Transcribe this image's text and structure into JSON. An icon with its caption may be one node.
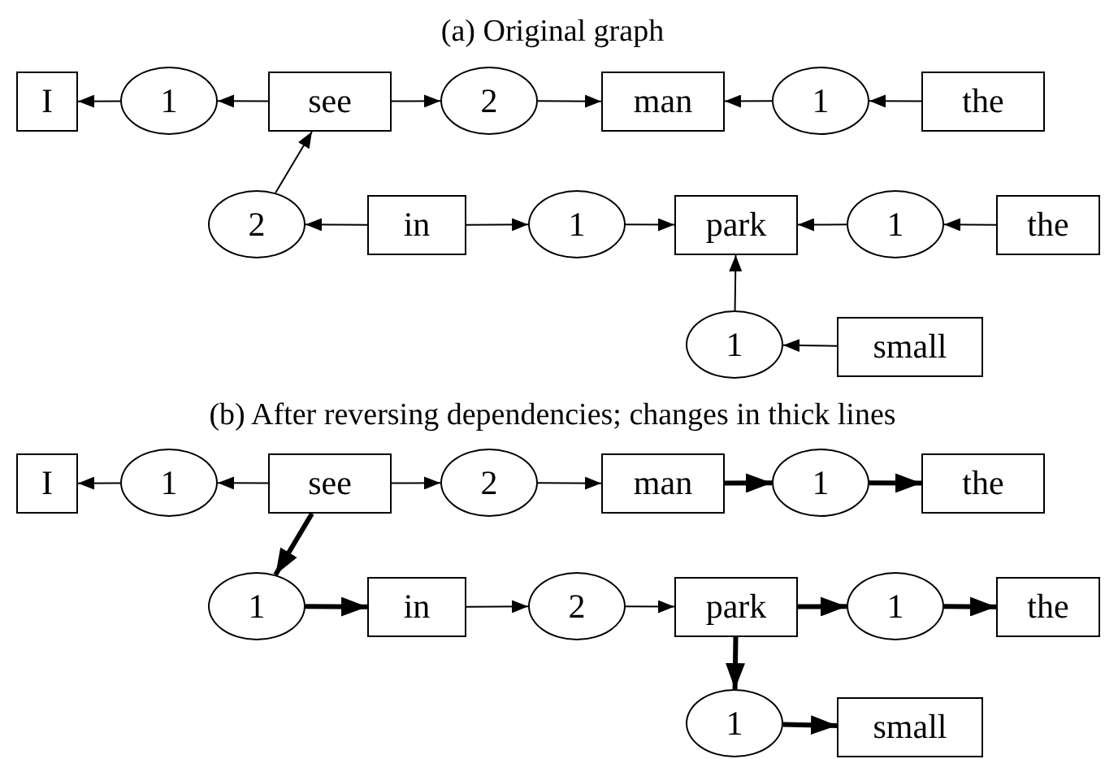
{
  "diagram": {
    "nodes": [
      {
        "text": [
          "I"
        ]
      },
      {
        "text": [
          "1"
        ]
      },
      {
        "text": [
          "see"
        ]
      },
      {
        "text": [
          "2"
        ]
      },
      {
        "text": [
          "man"
        ]
      },
      {
        "text": [
          "1"
        ]
      },
      {
        "text": [
          "the"
        ]
      },
      {
        "text": [
          "2"
        ]
      },
      {
        "text": [
          "in"
        ]
      },
      {
        "text": [
          "1"
        ]
      },
      {
        "text": [
          "park"
        ]
      },
      {
        "text": [
          "1"
        ]
      },
      {
        "text": [
          "the"
        ]
      },
      {
        "text": [
          "1"
        ]
      },
      {
        "text": [
          "small"
        ]
      },
      {
        "text": [
          "I"
        ]
      },
      {
        "text": [
          "1"
        ]
      },
      {
        "text": [
          "see"
        ]
      },
      {
        "text": [
          "2"
        ]
      },
      {
        "text": [
          "man"
        ]
      },
      {
        "text": [
          "1"
        ]
      },
      {
        "text": [
          "the"
        ]
      },
      {
        "text": [
          "1"
        ]
      },
      {
        "text": [
          "in"
        ]
      },
      {
        "text": [
          "2"
        ]
      },
      {
        "text": [
          "park"
        ]
      },
      {
        "text": [
          "1"
        ]
      },
      {
        "text": [
          "the"
        ]
      },
      {
        "text": [
          "1"
        ]
      },
      {
        "text": [
          "small"
        ]
      }
    ],
    "edges": [
      {
        "from": 1,
        "to": 0,
        "arrow": "to"
      },
      {
        "from": 2,
        "to": 1,
        "arrow": "to"
      },
      {
        "from": 2,
        "to": 3,
        "arrow": "to"
      },
      {
        "from": 3,
        "to": 4,
        "arrow": "to"
      },
      {
        "from": 5,
        "to": 4,
        "arrow": "to"
      },
      {
        "from": 6,
        "to": 5,
        "arrow": "to"
      },
      {
        "from": 7,
        "to": 2,
        "arrow": "to"
      },
      {
        "from": 8,
        "to": 7,
        "arrow": "to"
      },
      {
        "from": 8,
        "to": 9,
        "arrow": "to"
      },
      {
        "from": 9,
        "to": 10,
        "arrow": "to"
      },
      {
        "from": 11,
        "to": 10,
        "arrow": "to"
      },
      {
        "from": 12,
        "to": 11,
        "arrow": "to"
      },
      {
        "from": 13,
        "to": 10,
        "arrow": "to"
      },
      {
        "from": 14,
        "to": 13,
        "arrow": "to"
      },
      {
        "from": 16,
        "to": 15,
        "arrow": "to"
      },
      {
        "from": 17,
        "to": 16,
        "arrow": "to"
      },
      {
        "from": 17,
        "to": 18,
        "arrow": "to"
      },
      {
        "from": 18,
        "to": 19,
        "arrow": "to"
      },
      {
        "from": 19,
        "to": 20,
        "arrow": "to",
        "style": "thick"
      },
      {
        "from": 20,
        "to": 21,
        "arrow": "to",
        "style": "thick"
      },
      {
        "from": 17,
        "to": 22,
        "arrow": "to",
        "style": "thick"
      },
      {
        "from": 22,
        "to": 23,
        "arrow": "to",
        "style": "thick"
      },
      {
        "from": 23,
        "to": 24,
        "arrow": "to"
      },
      {
        "from": 24,
        "to": 25,
        "arrow": "to"
      },
      {
        "from": 25,
        "to": 26,
        "arrow": "to",
        "style": "thick"
      },
      {
        "from": 26,
        "to": 27,
        "arrow": "to",
        "style": "thick"
      },
      {
        "from": 25,
        "to": 28,
        "arrow": "to",
        "style": "thick"
      },
      {
        "from": 28,
        "to": 29,
        "arrow": "to",
        "style": "thick"
      }
    ],
    "labels": [
      "(a) Original graph",
      "(b) After reversing dependencies; changes in thick lines"
    ]
  }
}
